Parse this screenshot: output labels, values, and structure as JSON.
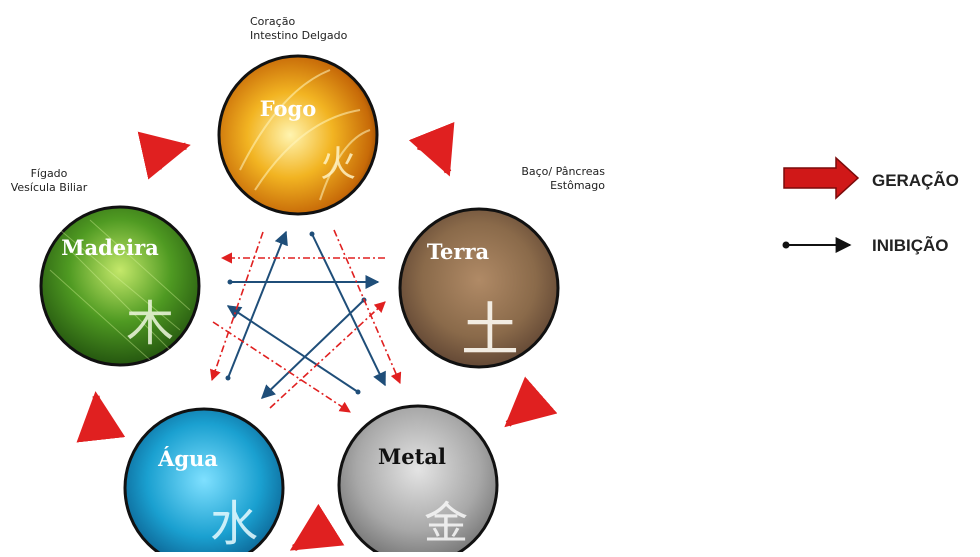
{
  "elements": {
    "fogo": {
      "name": "Fogo",
      "glyph": "火",
      "organs": [
        "Coração",
        "Intestino Delgado"
      ]
    },
    "terra": {
      "name": "Terra",
      "glyph": "土",
      "organs": [
        "Baço/ Pâncreas",
        "Estômago"
      ]
    },
    "metal": {
      "name": "Metal",
      "glyph": "金"
    },
    "agua": {
      "name": "Água",
      "glyph": "水"
    },
    "madeira": {
      "name": "Madeira",
      "glyph": "木",
      "organs": [
        "Fígado",
        "Vesícula Biliar"
      ]
    }
  },
  "legend": {
    "generation": "GERAÇÃO",
    "inhibition": "INIBIÇÃO"
  },
  "colors": {
    "generation_arrow": "#d01818",
    "inhibition_arrow": "#1f4e79",
    "dashed_arrow": "#e02020",
    "fogo": "#f0a010",
    "terra": "#8a6a48",
    "metal": "#a8a8a8",
    "agua": "#1aa0d0",
    "madeira": "#3f8a1c"
  }
}
